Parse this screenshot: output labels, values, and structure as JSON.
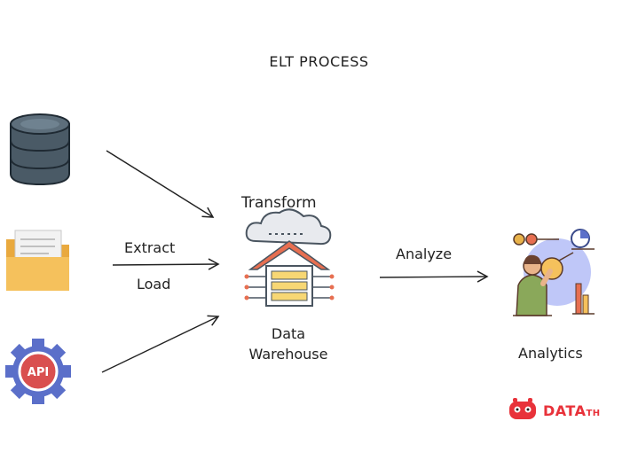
{
  "diagram": {
    "title": "ELT PROCESS",
    "edges": {
      "extract_label": "Extract",
      "load_label": "Load",
      "analyze_label": "Analyze"
    },
    "nodes": {
      "database": {
        "icon": "database-icon"
      },
      "files": {
        "icon": "folder-icon"
      },
      "api": {
        "icon": "api-gear-icon",
        "text": "API"
      },
      "warehouse": {
        "icon": "data-warehouse-icon",
        "top_label": "Transform",
        "label_line1": "Data",
        "label_line2": "Warehouse"
      },
      "analytics": {
        "icon": "analytics-person-icon",
        "label": "Analytics"
      }
    },
    "brand": {
      "main": "DATA",
      "suffix": "TH"
    },
    "colors": {
      "db_dark": "#4a5a66",
      "folder": "#f5c15c",
      "api_blue": "#5b6fc9",
      "api_red": "#d94f4f",
      "warehouse_red": "#e76f51",
      "warehouse_yellow": "#f7d774",
      "analytics_blue": "#a9b4f5",
      "brand_red": "#e8323a"
    }
  }
}
